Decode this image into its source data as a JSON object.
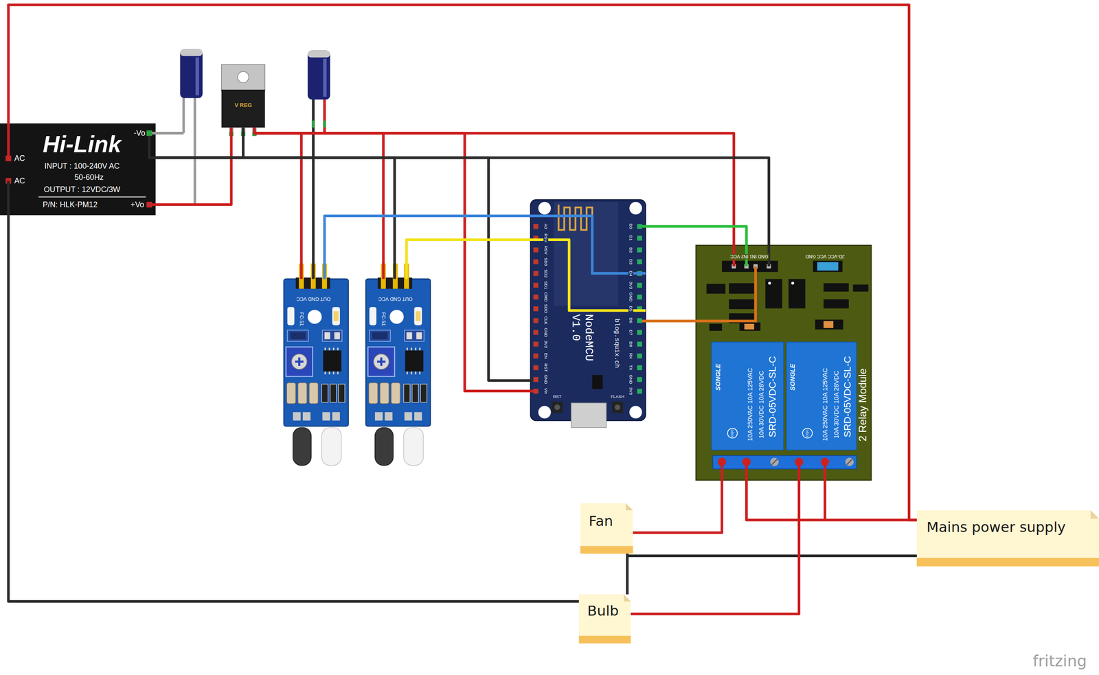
{
  "diagram": {
    "nodes": [
      {
        "text": [
          "Hi-Link",
          "INPUT : 100-240V AC",
          "50-60Hz",
          "OUTPUT : 12VDC/3W",
          "P/N: HLK-PM12"
        ]
      },
      {
        "text": [
          "V REG"
        ]
      },
      {
        "text": [
          "FC-51"
        ]
      },
      {
        "text": [
          "FC-51"
        ]
      },
      {
        "text": [
          "NodeMCU V1.0",
          "blog.squix.ch"
        ]
      },
      {
        "text": [
          "2 Relay Module"
        ]
      },
      {
        "text": [
          "SONGLE",
          "10A 250VAC 10A 125VAC",
          "10A 30VDC 10A 28VDC",
          "SRD-05VDC-SL-C",
          "CQC"
        ],
        "in": 5
      },
      {
        "text": [
          "SONGLE",
          "10A 250VAC 10A 125VAC",
          "10A 30VDC 10A 28VDC",
          "SRD-05VDC-SL-C",
          "CQC"
        ],
        "in": 5
      },
      {
        "text": [
          "Fan"
        ]
      },
      {
        "text": [
          "Mains power supply"
        ]
      },
      {
        "text": [
          "Bulb"
        ]
      }
    ],
    "edges": [
      {
        "from": 9,
        "to": 0,
        "arrow": "none"
      },
      {
        "from": 0,
        "to": 10,
        "arrow": "none"
      },
      {
        "from": 10,
        "to": 9,
        "arrow": "none"
      },
      {
        "from": 8,
        "to": 9,
        "arrow": "none"
      },
      {
        "from": 8,
        "to": 5,
        "arrow": "none"
      },
      {
        "from": 5,
        "to": 9,
        "arrow": "none"
      },
      {
        "from": 5,
        "to": 10,
        "arrow": "none"
      },
      {
        "from": 0,
        "to": 1,
        "arrow": "none"
      },
      {
        "from": 0,
        "to": 1,
        "arrow": "none"
      },
      {
        "from": 1,
        "to": 2,
        "arrow": "none"
      },
      {
        "from": 1,
        "to": 3,
        "arrow": "none"
      },
      {
        "from": 1,
        "to": 4,
        "arrow": "none"
      },
      {
        "from": 1,
        "to": 5,
        "arrow": "none"
      },
      {
        "from": 0,
        "to": 2,
        "arrow": "none"
      },
      {
        "from": 0,
        "to": 3,
        "arrow": "none"
      },
      {
        "from": 0,
        "to": 4,
        "arrow": "none"
      },
      {
        "from": 0,
        "to": 5,
        "arrow": "none"
      },
      {
        "from": 2,
        "to": 4,
        "arrow": "none"
      },
      {
        "from": 3,
        "to": 4,
        "arrow": "none"
      },
      {
        "from": 4,
        "to": 5,
        "arrow": "none"
      },
      {
        "from": 4,
        "to": 5,
        "arrow": "none"
      }
    ],
    "labels": [
      "AC",
      "-Vo",
      "AC",
      "+Vo",
      "OUT GND VCC",
      "OUT GND VCC",
      "A0",
      "RSV",
      "RSV",
      "SD3",
      "SD2",
      "SD1",
      "CMD",
      "SDO",
      "CLK",
      "GND",
      "3V3",
      "EN",
      "RST",
      "GND",
      "Vin",
      "D0",
      "D1",
      "D2",
      "D3",
      "D4",
      "3V3",
      "GND",
      "D5",
      "D6",
      "D7",
      "D8",
      "RX",
      "TX",
      "GND",
      "3V3",
      "RST",
      "FLASH",
      "GND IN1 IN2 VCC",
      "JD-VCC VCC GND",
      "fritzing"
    ]
  }
}
